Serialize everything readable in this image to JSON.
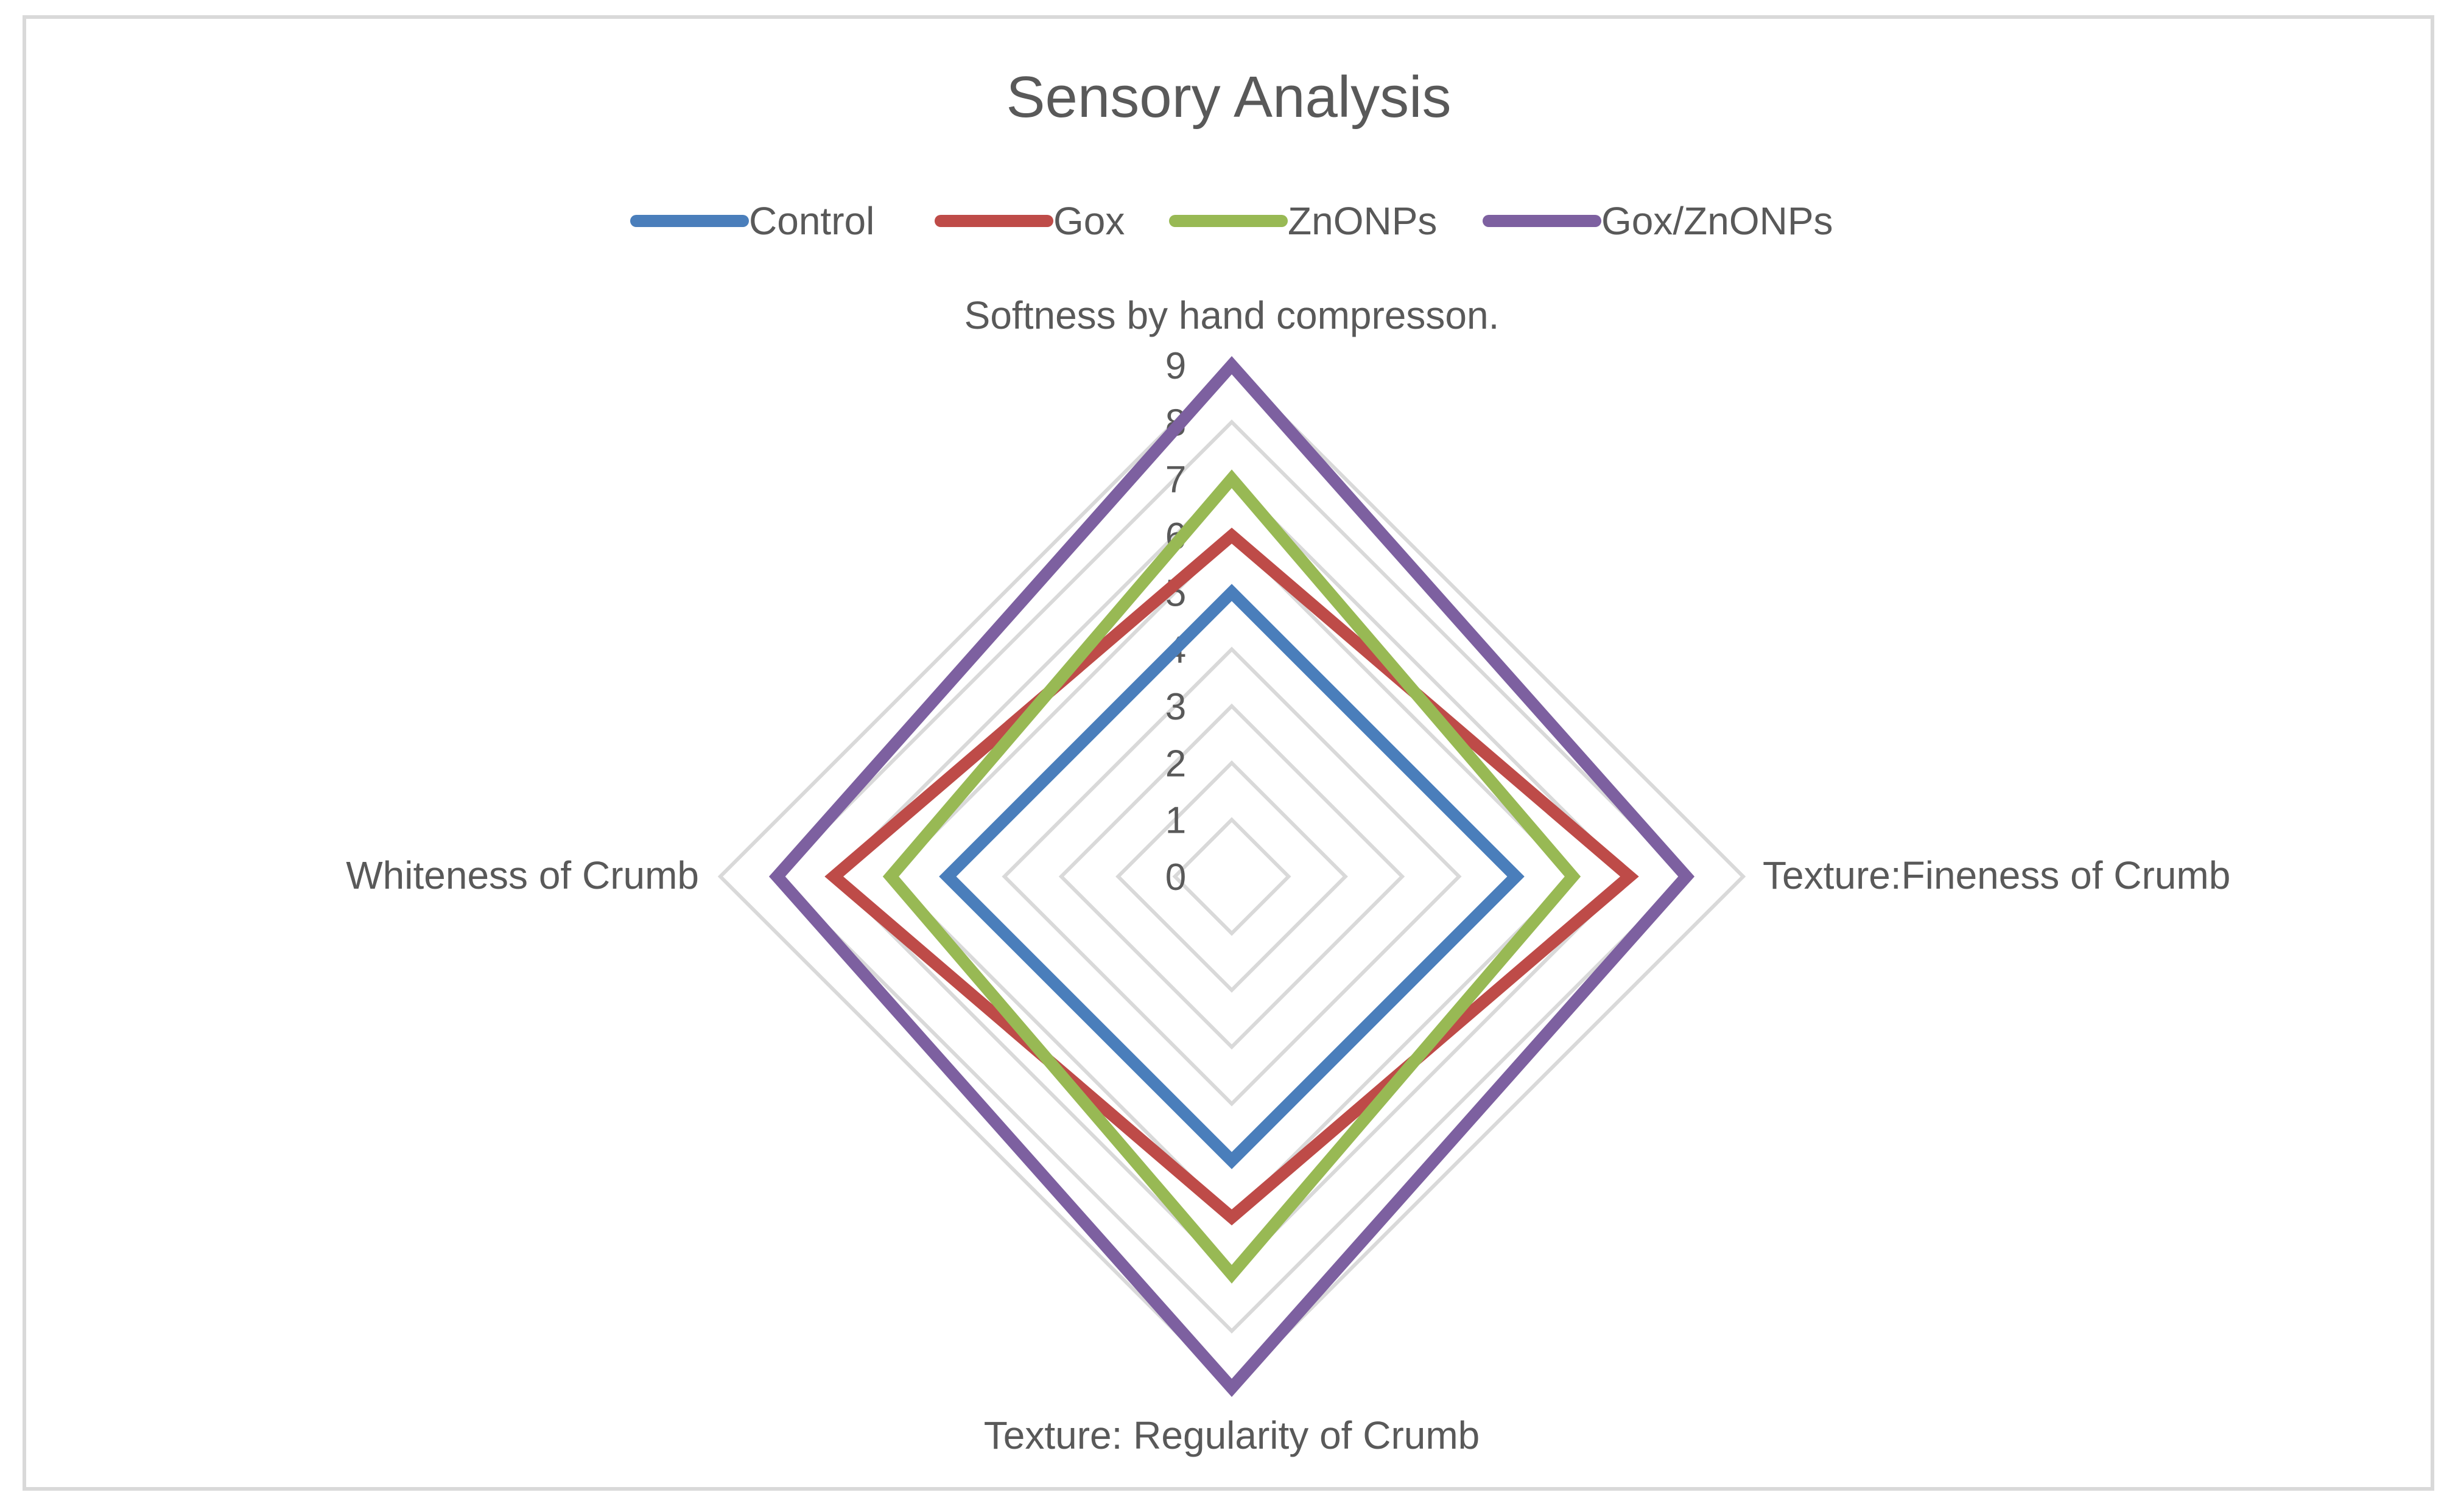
{
  "chart_data": {
    "type": "radar",
    "title": "Sensory Analysis",
    "legend_position": "top",
    "axes": [
      "Softness by hand compresson.",
      "Texture:Fineness of Crumb",
      "Texture: Regularity of Crumb",
      "Whiteness of Crumb"
    ],
    "r_range": [
      0,
      9
    ],
    "r_ticks": [
      "0",
      "1",
      "2",
      "3",
      "4",
      "5",
      "6",
      "7",
      "8",
      "9"
    ],
    "grid": true,
    "series": [
      {
        "name": "Control",
        "color": "#4a7ebb",
        "values": [
          5,
          5,
          5,
          5
        ]
      },
      {
        "name": "Gox",
        "color": "#be4b48",
        "values": [
          6,
          7,
          6,
          7
        ]
      },
      {
        "name": "ZnONPs",
        "color": "#98b954",
        "values": [
          7,
          6,
          7,
          6
        ]
      },
      {
        "name": "Gox/ZnONPs",
        "color": "#7d60a0",
        "values": [
          9,
          8,
          9,
          8
        ]
      }
    ]
  }
}
